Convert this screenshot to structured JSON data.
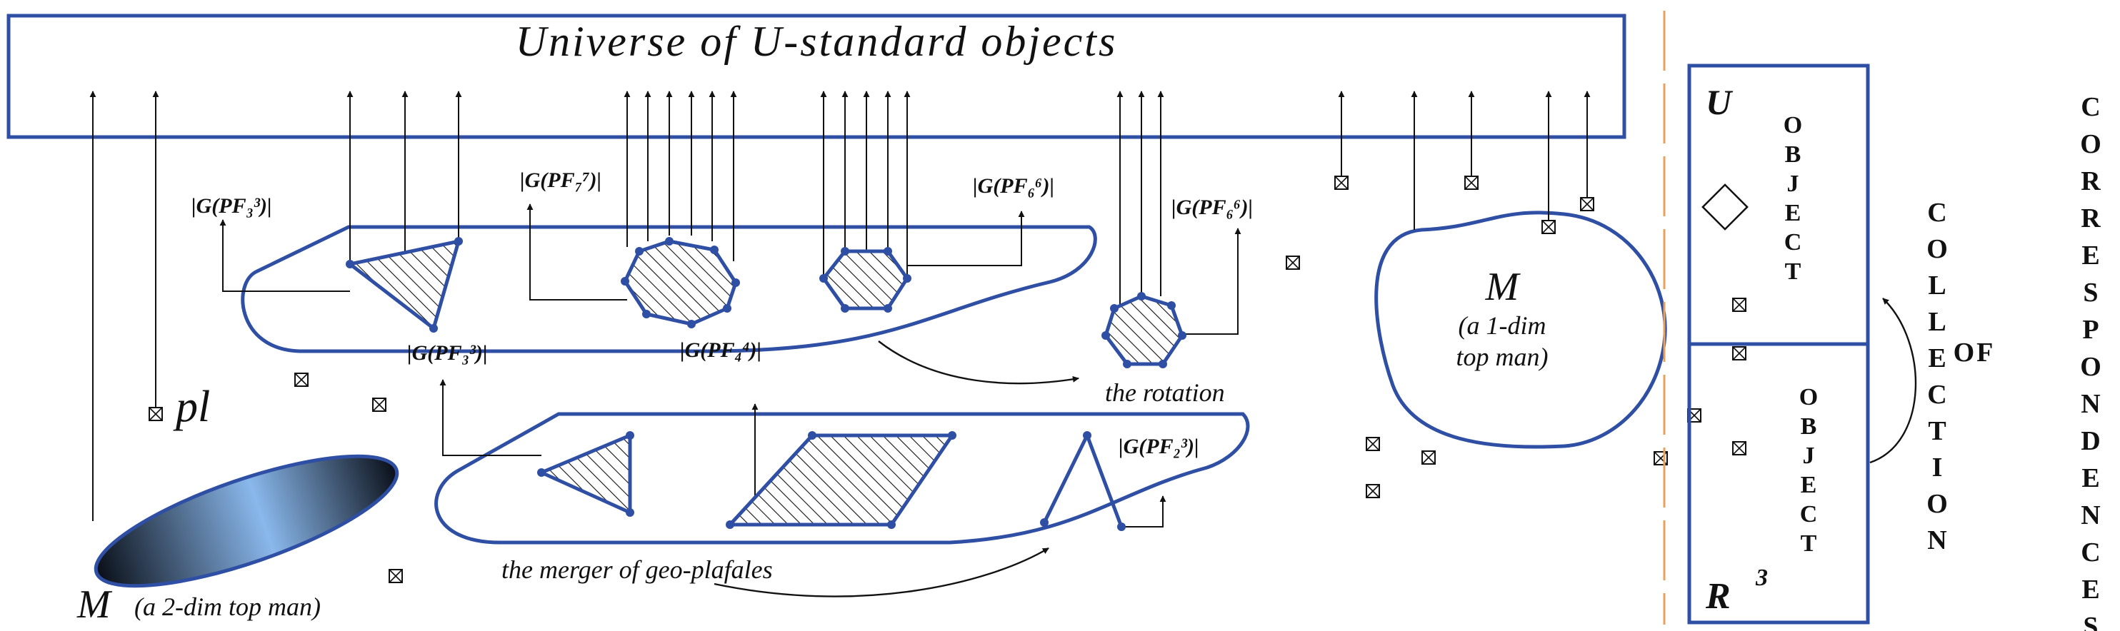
{
  "universe_title": "Universe of U-standard objects",
  "labels": {
    "g_pf3_top": "|G(PF₃³)|",
    "g_pf7": "|G(PF₇⁷)|",
    "g_pf6_top": "|G(PF₆⁶)|",
    "g_pf6_right": "|G(PF₆⁶)|",
    "g_pf3_mid": "|G(PF₃³)|",
    "g_pf4": "|G(PF₄⁴)|",
    "g_pf2": "|G(PF₂³)|",
    "pl": "pl",
    "rotation": "the rotation",
    "merger": "the merger of geo-plafales",
    "m1_symbol": "M",
    "m1_line1": "(a 1-dim",
    "m1_line2": "top man)",
    "m2_symbol": "M",
    "m2_desc": "(a 2-dim top man)"
  },
  "legend": {
    "u_symbol": "U",
    "object_top": [
      "O",
      "B",
      "J",
      "E",
      "C",
      "T"
    ],
    "r_symbol": "R",
    "r_exp": "3",
    "object_bottom": [
      "O",
      "B",
      "J",
      "E",
      "C",
      "T"
    ],
    "collection": [
      "C",
      "O",
      "L",
      "L",
      "E",
      "C",
      "T",
      "I",
      "O",
      "N"
    ],
    "of": "OF",
    "correspondences": [
      "C",
      "O",
      "R",
      "R",
      "E",
      "S",
      "P",
      "O",
      "N",
      "D",
      "E",
      "N",
      "C",
      "E",
      "S"
    ]
  },
  "colors": {
    "line_blue": "#2e4fa3",
    "separator_orange": "#e8a25c",
    "ellipse_light": "#8ab8ec",
    "ellipse_dark": "#0a0f18"
  }
}
